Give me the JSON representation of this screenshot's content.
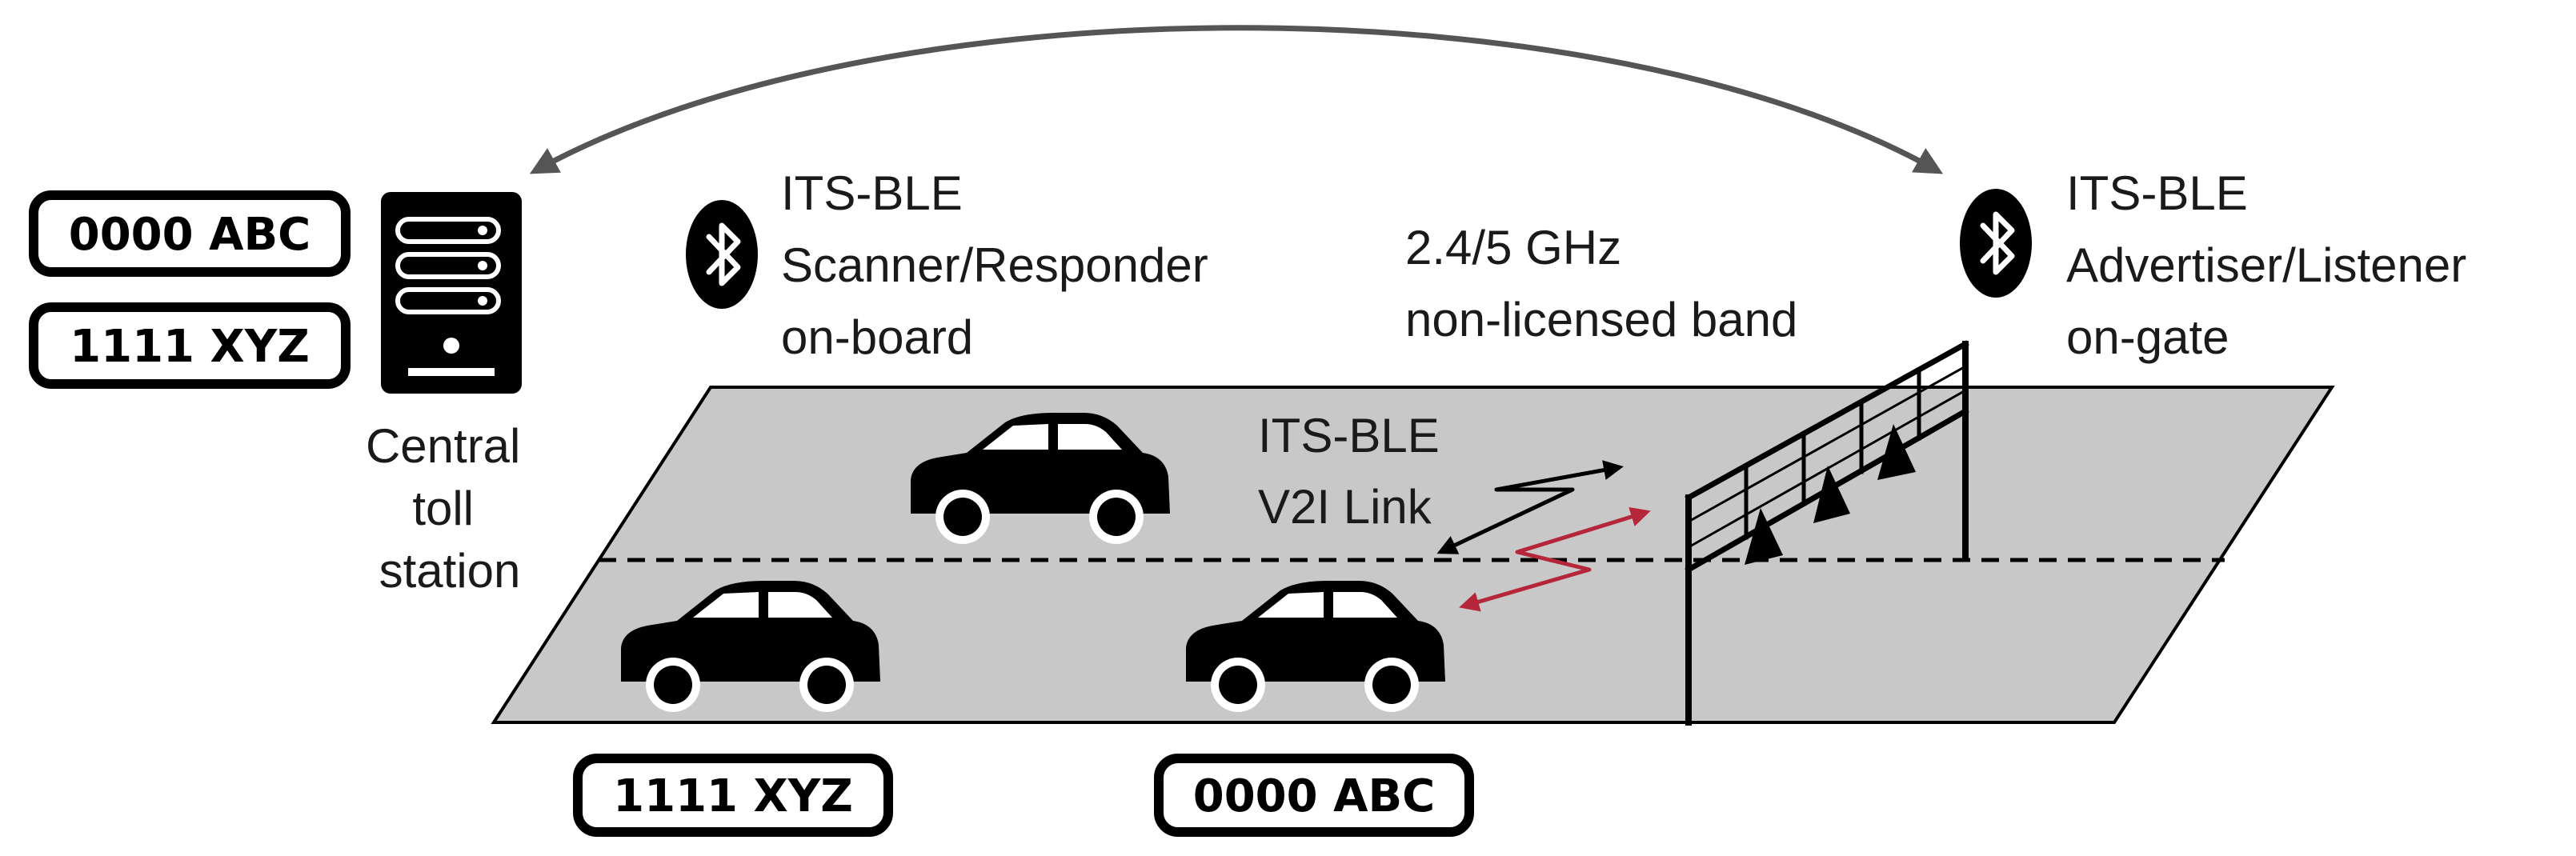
{
  "plates": {
    "station_top": "0000 ABC",
    "station_bottom": "1111 XYZ",
    "road_left": "1111 XYZ",
    "road_right": "0000 ABC"
  },
  "station_label": [
    "Central",
    "toll",
    "station"
  ],
  "onboard_label": [
    "ITS-BLE",
    "Scanner/Responder",
    "on-board"
  ],
  "band_label": [
    "2.4/5 GHz",
    "non-licensed band"
  ],
  "gate_label": [
    "ITS-BLE",
    "Advertiser/Listener",
    "on-gate"
  ],
  "link_label": [
    "ITS-BLE",
    "V2I Link"
  ],
  "icons": {
    "server": "server-icon",
    "bluetooth_onboard": "bluetooth-icon",
    "bluetooth_gate": "bluetooth-icon",
    "car": "car-icon",
    "gate": "toll-gate-icon"
  },
  "colors": {
    "road": "#c8c8c8",
    "dark": "#000000",
    "arc": "#555555",
    "signal_black": "#000000",
    "signal_red": "#b5263a"
  }
}
